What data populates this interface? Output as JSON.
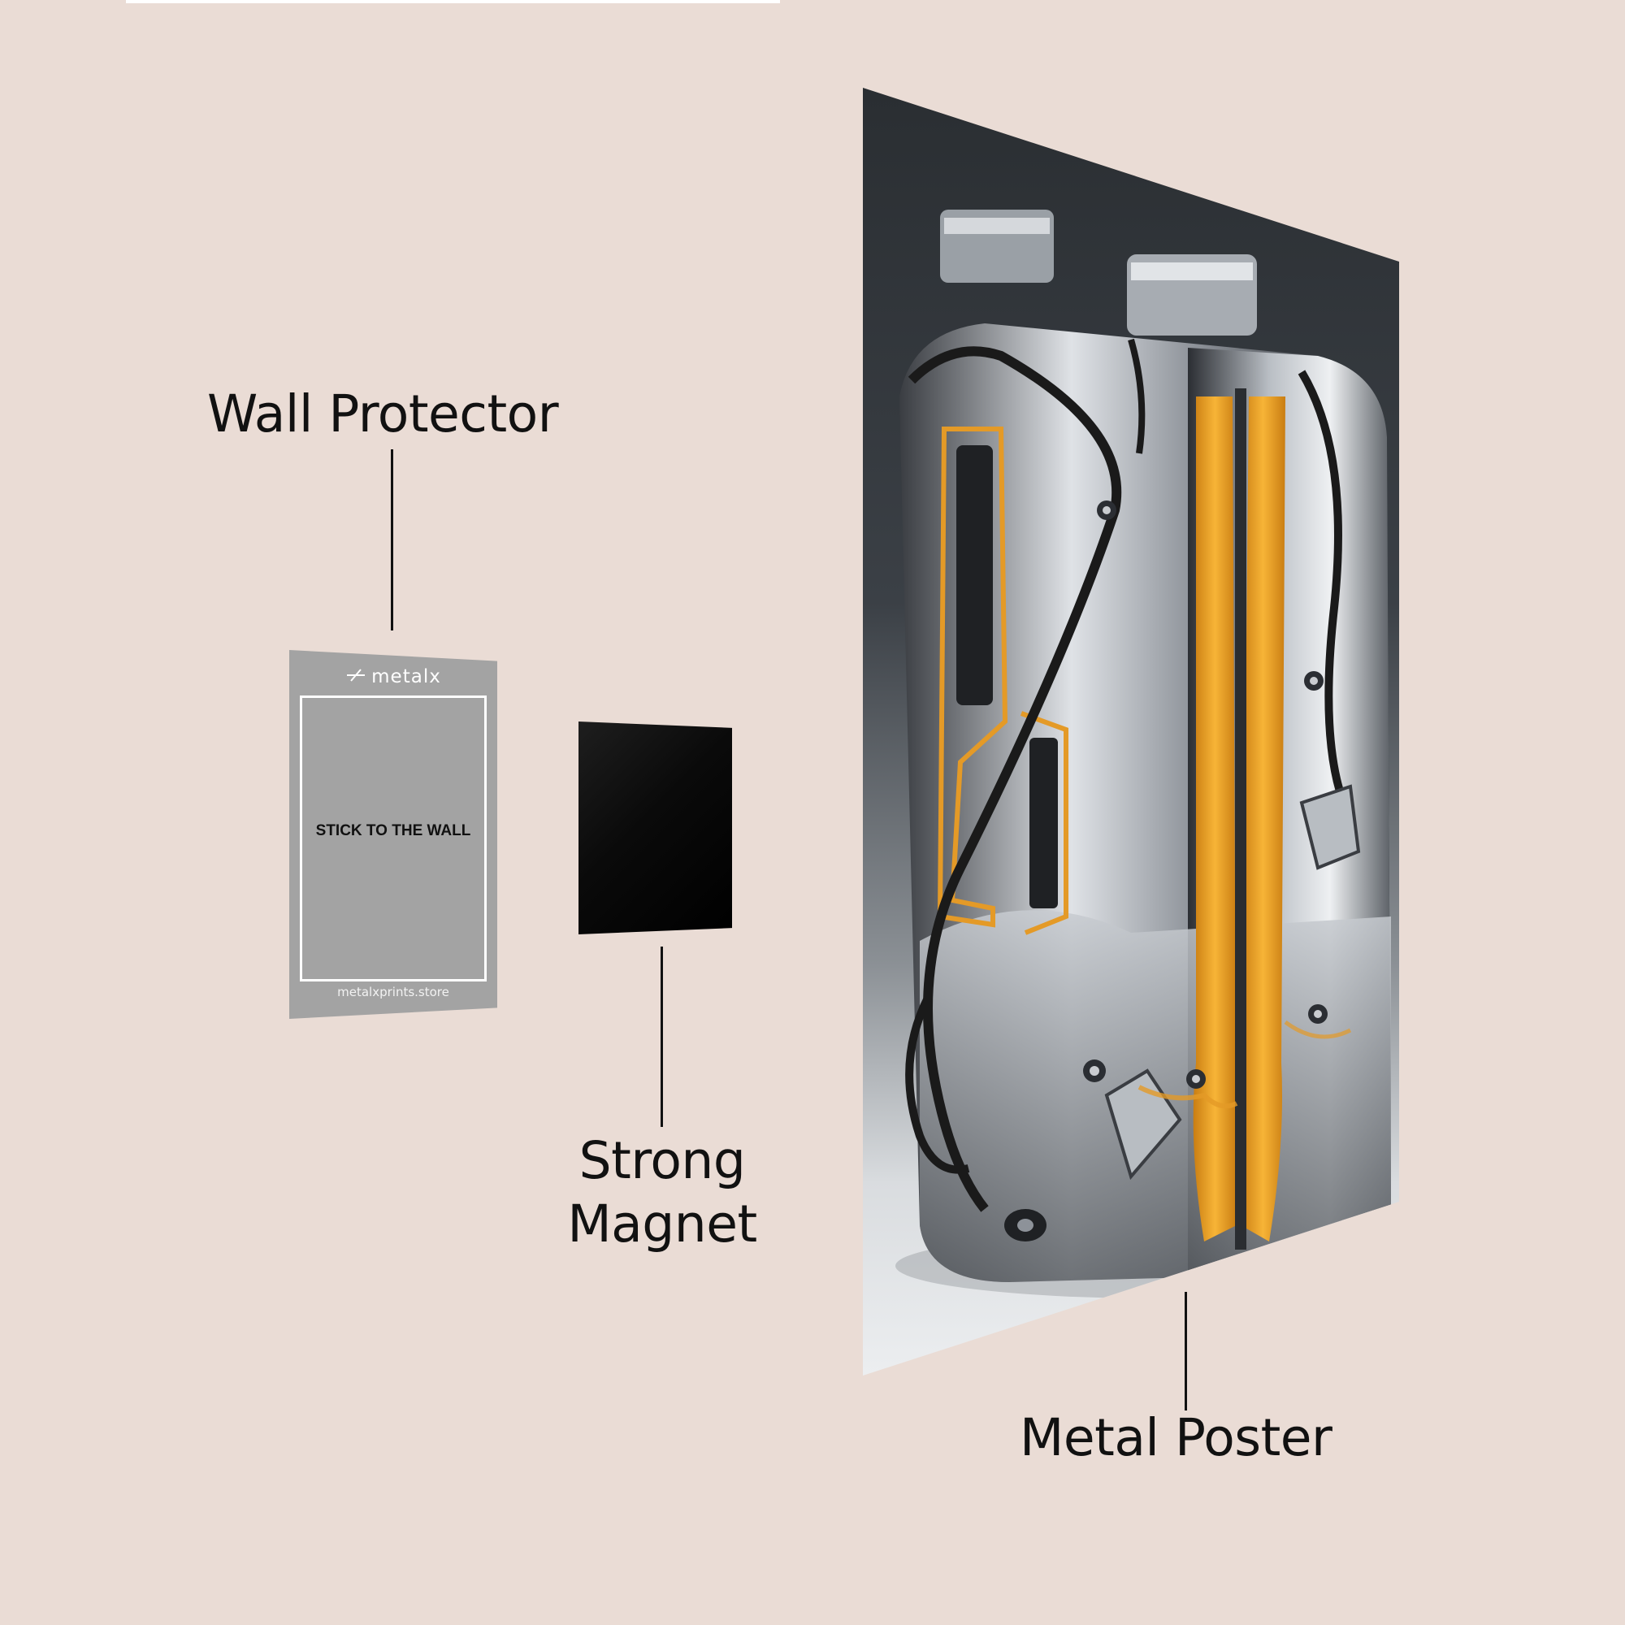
{
  "labels": {
    "wall_protector": "Wall Protector",
    "strong": "Strong",
    "magnet": "Magnet",
    "metal_poster": "Metal Poster"
  },
  "protector": {
    "brand": "metalx",
    "stick_text": "STICK TO THE WALL",
    "url": "metalxprints.store"
  },
  "colors": {
    "background": "#eadcd5",
    "protector_gray": "#a3a3a3",
    "magnet_black": "#000000",
    "accent_orange": "#f2a52a",
    "chrome": "#c9ccd0"
  },
  "poster": {
    "subject": "robotic-backpack-artwork"
  }
}
